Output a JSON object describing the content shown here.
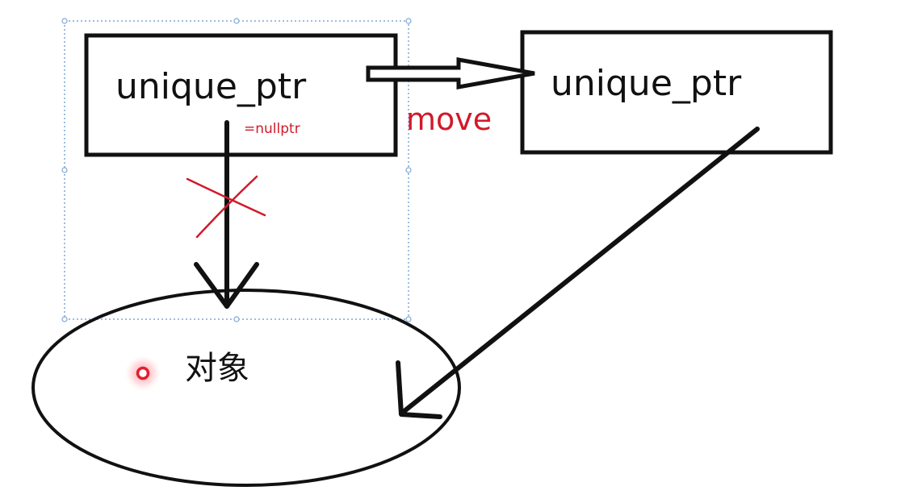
{
  "diagram": {
    "source_box": {
      "label": "unique_ptr"
    },
    "target_box": {
      "label": "unique_ptr"
    },
    "move_label": "move",
    "null_label": "=nullptr",
    "object_label": "对象"
  },
  "colors": {
    "stroke": "#111111",
    "annotation": "#d11a2a",
    "selection": "#7fa7d6",
    "background": "#ffffff"
  },
  "icons": {
    "cursor": "red-dot-cursor-icon",
    "cross": "red-cross-mark-icon"
  }
}
